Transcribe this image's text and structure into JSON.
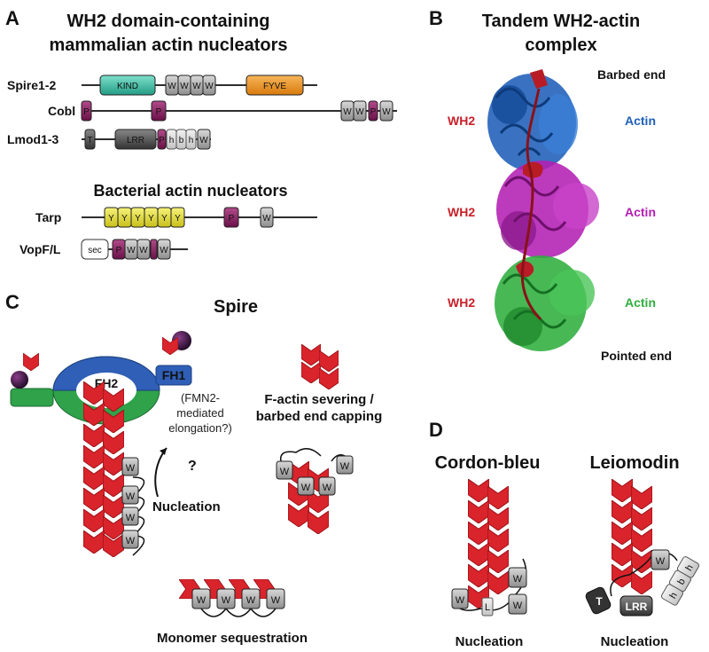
{
  "panels": {
    "a": "A",
    "b": "B",
    "c": "C",
    "d": "D"
  },
  "panel_a": {
    "title_line1": "WH2 domain-containing",
    "title_line2": "mammalian actin nucleators",
    "bacterial_title": "Bacterial actin nucleators",
    "proteins": [
      "Spire1-2",
      "Cobl",
      "Lmod1-3",
      "Tarp",
      "VopF/L"
    ],
    "domains": {
      "kind": "KIND",
      "fyve": "FYVE",
      "w": "W",
      "p": "P",
      "lrr": "LRR",
      "t": "T",
      "h": "h",
      "b": "b",
      "y": "Y",
      "sec": "sec"
    }
  },
  "panel_b": {
    "title_line1": "Tandem WH2-actin",
    "title_line2": "complex",
    "barbed_end": "Barbed end",
    "pointed_end": "Pointed end",
    "wh2": "WH2",
    "actin": "Actin"
  },
  "panel_c": {
    "title": "Spire",
    "fh2": "FH2",
    "fh1": "FH1",
    "fmn2_line1": "(FMN2-",
    "fmn2_line2": "mediated",
    "fmn2_line3": "elongation?)",
    "question": "?",
    "nucleation": "Nucleation",
    "severing_line1": "F-actin severing /",
    "severing_line2": "barbed end capping",
    "sequestration": "Monomer sequestration"
  },
  "panel_d": {
    "cobl_title": "Cordon-bleu",
    "lmod_title": "Leiomodin",
    "nucleation": "Nucleation",
    "l": "L"
  },
  "colors": {
    "actin_red": "#d9242b",
    "kind_teal": "#3cc4a8",
    "fyve_orange": "#f0951e",
    "w_gray": "#a8a8a8",
    "p_magenta": "#8b1e62",
    "lrr_dark": "#555555",
    "tarp_yellow": "#e9e21f",
    "fh2_blue": "#2f5fb7",
    "fh2_green": "#2fa24a",
    "wh2_red": "#c8202a",
    "actin_blue": "#1f5fb8",
    "actin_magenta": "#b31fb3",
    "actin_green": "#2fae3d"
  }
}
